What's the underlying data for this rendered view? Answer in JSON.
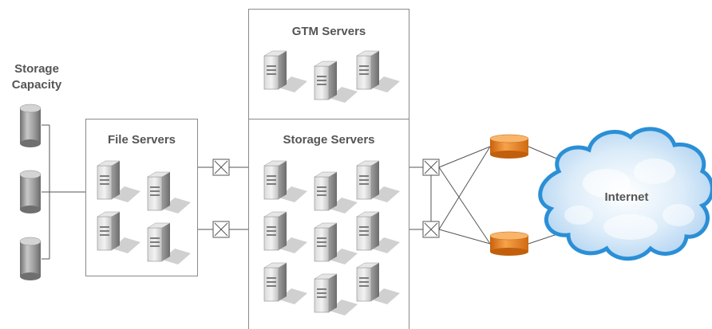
{
  "labels": {
    "storage_capacity_line1": "Storage",
    "storage_capacity_line2": "Capacity",
    "file_servers": "File Servers",
    "gtm_servers": "GTM Servers",
    "storage_servers": "Storage Servers",
    "internet": "Internet"
  },
  "colors": {
    "line": "#555555",
    "box_border": "#8a8a8a",
    "label": "#555555",
    "cylinder_gray": "#9a9a9a",
    "cylinder_orange": "#e8821e",
    "cloud_edge": "#2b8fd6",
    "cloud_fill": "#cfe6f7"
  },
  "icons": {
    "storage": "disk-cylinder-icon",
    "server": "server-tower-icon",
    "switch": "network-switch-icon",
    "router": "router-cylinder-icon",
    "cloud": "cloud-icon"
  },
  "counts": {
    "storage_disks": 3,
    "gtm_servers": 3,
    "file_servers": 4,
    "storage_servers": 9,
    "switches": 4,
    "routers": 2
  }
}
